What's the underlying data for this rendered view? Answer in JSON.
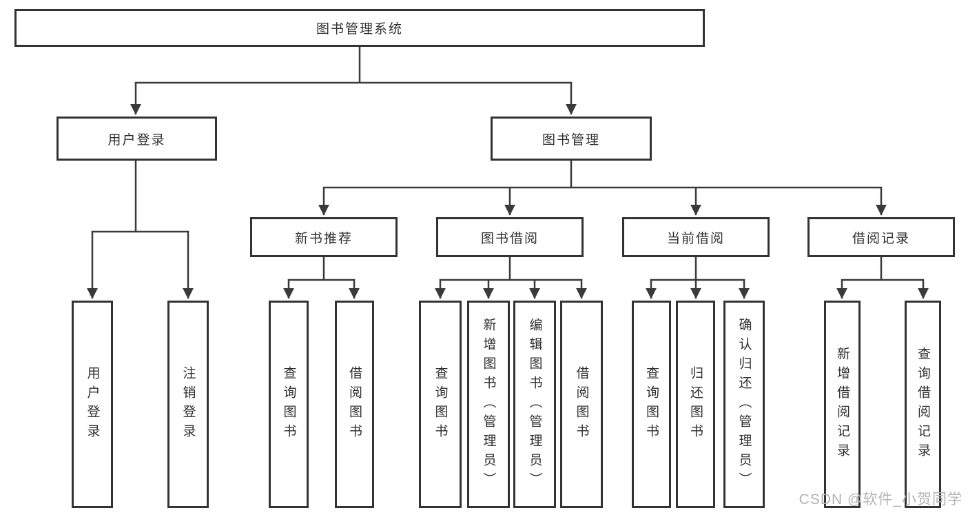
{
  "diagram_type": "hierarchy-tree",
  "colors": {
    "border": "#333333",
    "line": "#3a3a3a",
    "text": "#2f2f2f",
    "background": "#ffffff",
    "watermark": "#b3b3b3"
  },
  "tree": {
    "root": {
      "label": "图书管理系统",
      "children": [
        {
          "label": "用户登录",
          "children": [
            {
              "label": "用户登录"
            },
            {
              "label": "注销登录"
            }
          ]
        },
        {
          "label": "图书管理",
          "children": [
            {
              "label": "新书推荐",
              "children": [
                {
                  "label": "查询图书"
                },
                {
                  "label": "借阅图书"
                }
              ]
            },
            {
              "label": "图书借阅",
              "children": [
                {
                  "label": "查询图书"
                },
                {
                  "label": "新增图书（管理员）"
                },
                {
                  "label": "编辑图书（管理员）"
                },
                {
                  "label": "借阅图书"
                }
              ]
            },
            {
              "label": "当前借阅",
              "children": [
                {
                  "label": "查询图书"
                },
                {
                  "label": "归还图书"
                },
                {
                  "label": "确认归还（管理员）"
                }
              ]
            },
            {
              "label": "借阅记录",
              "children": [
                {
                  "label": "新增借阅记录"
                },
                {
                  "label": "查询借阅记录"
                }
              ]
            }
          ]
        }
      ]
    }
  },
  "watermark": {
    "text": "CSDN @软件_小贺同学"
  }
}
